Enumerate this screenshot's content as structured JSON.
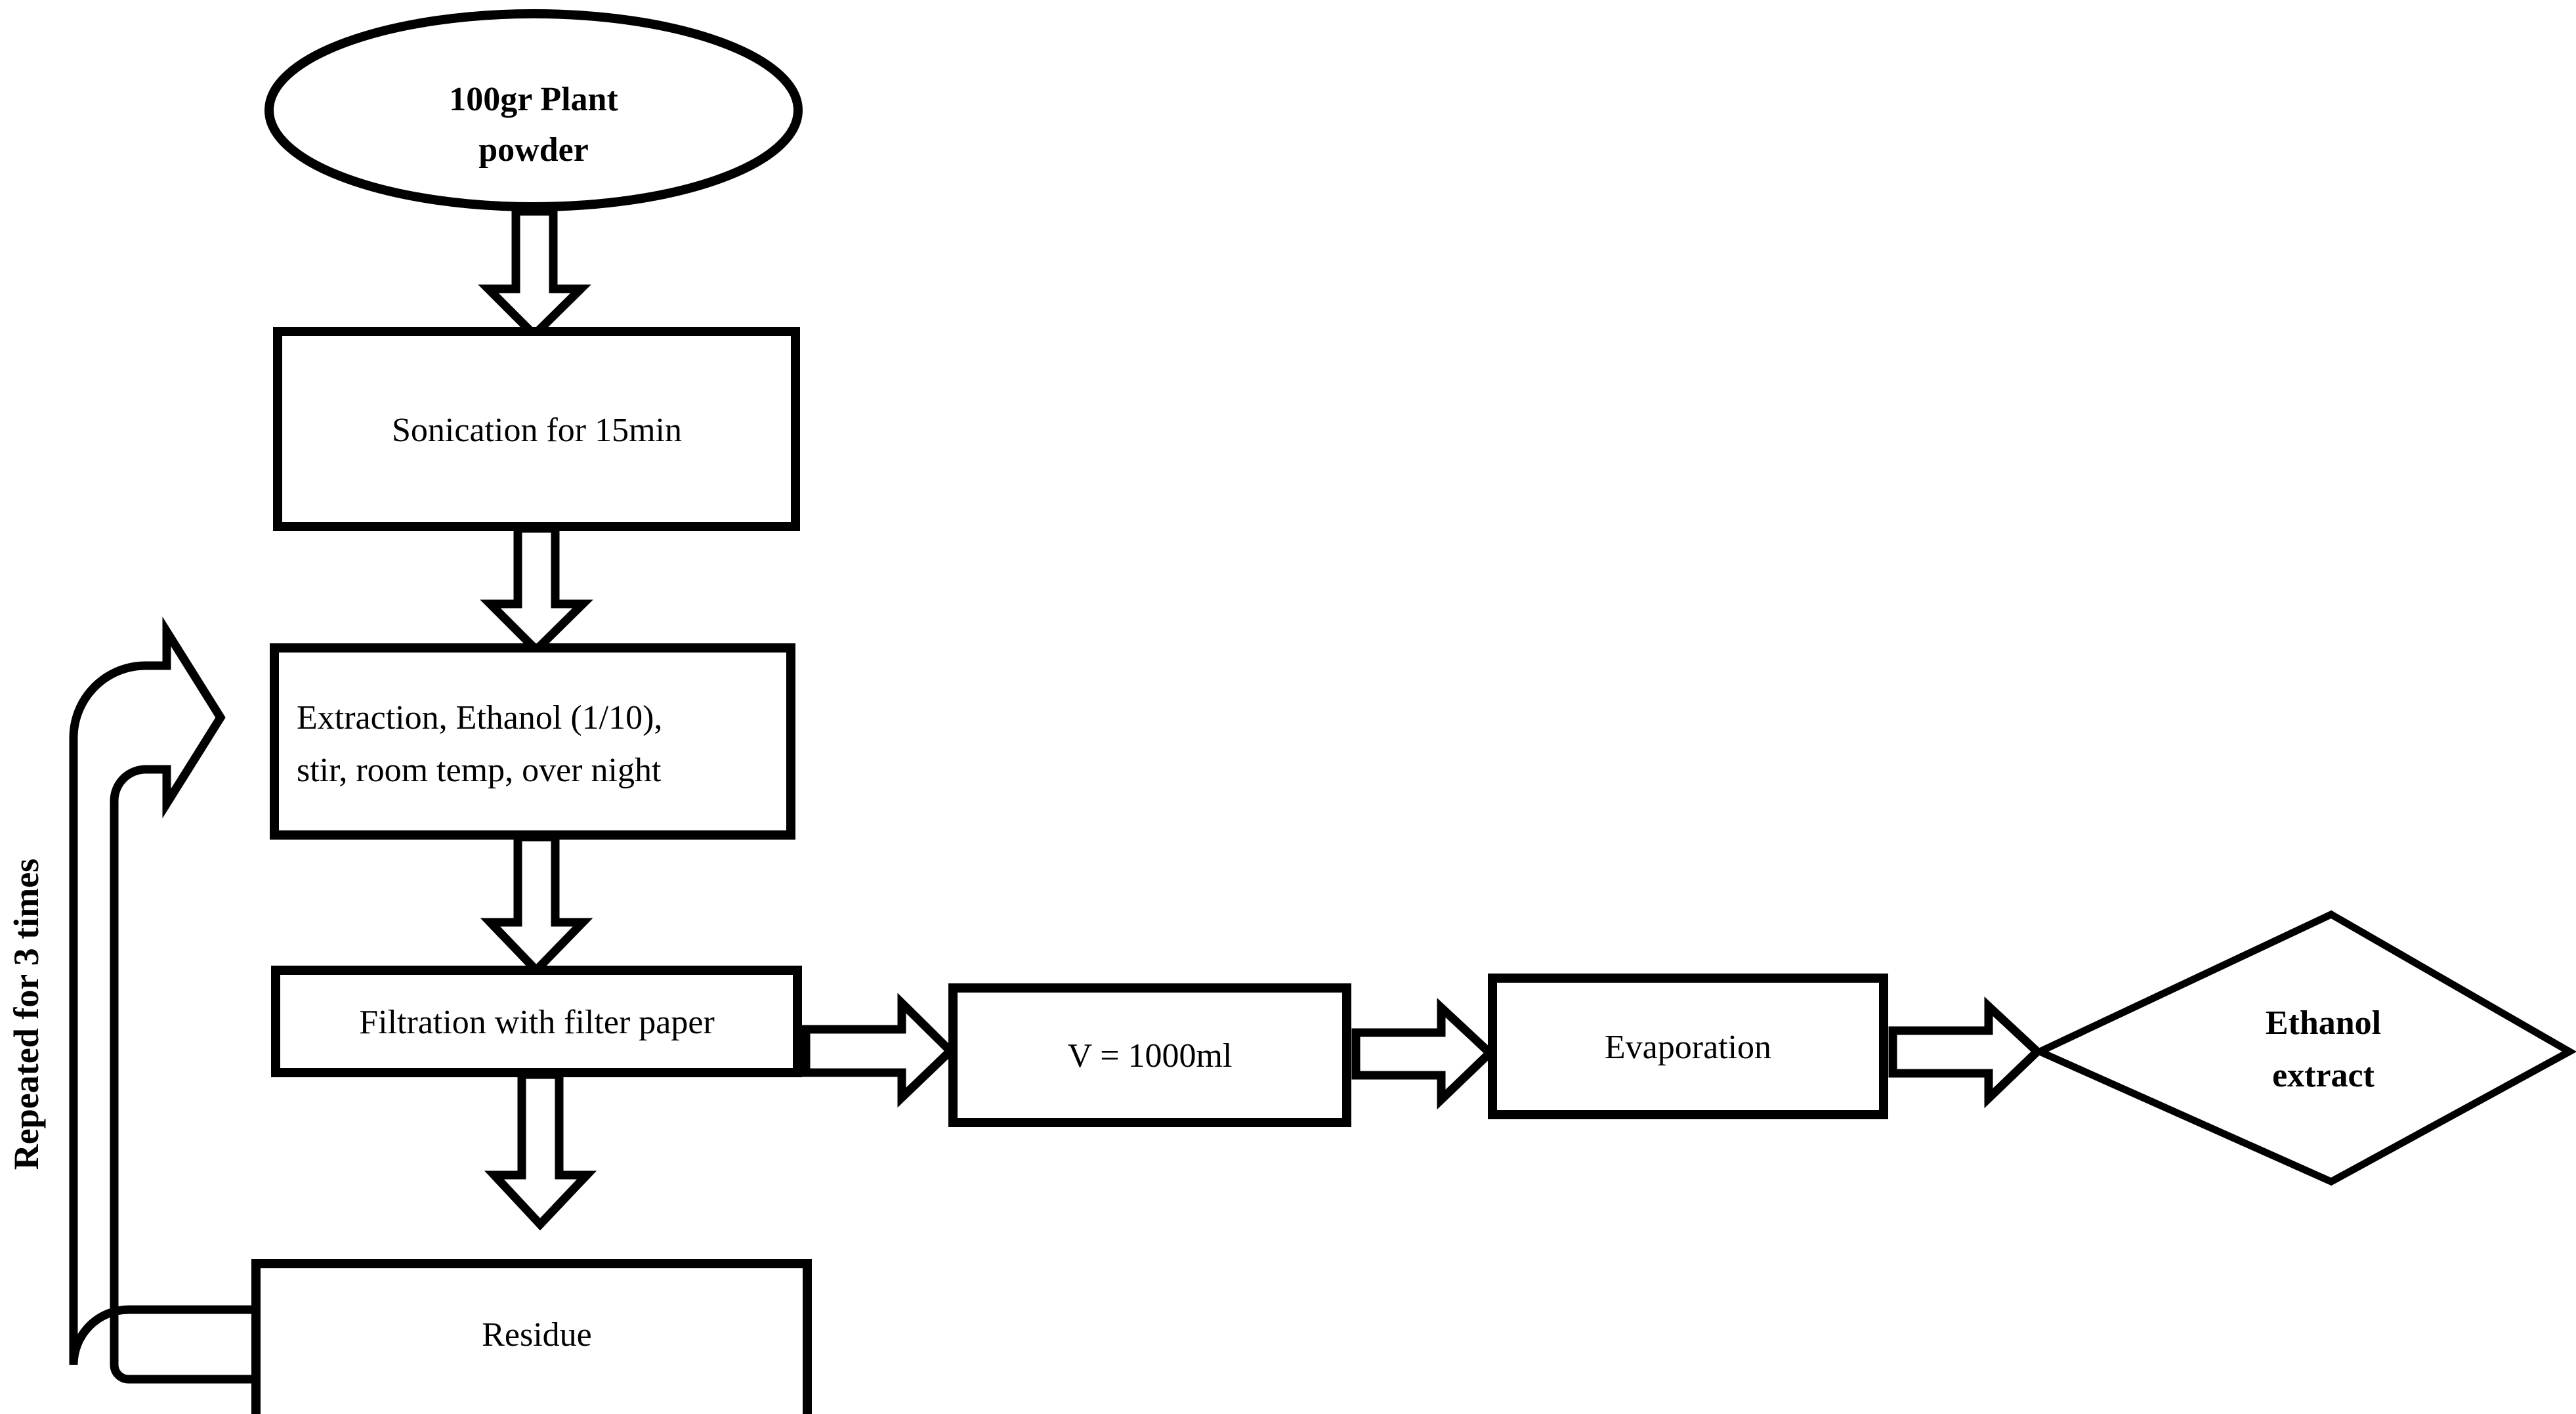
{
  "diagram": {
    "title": "Plant ethanol extraction flowchart",
    "background_color": "#ffffff",
    "stroke_color": "#000000",
    "fill_color": "#ffffff"
  },
  "nodes": {
    "start": {
      "shape": "ellipse",
      "label_line1": "100gr Plant",
      "label_line2": "powder",
      "bold": true
    },
    "sonication": {
      "shape": "rectangle",
      "label": "Sonication for 15min",
      "bold": false
    },
    "extraction": {
      "shape": "rectangle",
      "label_line1": "Extraction, Ethanol (1/10),",
      "label_line2": "stir, room temp, over night",
      "bold": false
    },
    "filtration": {
      "shape": "rectangle",
      "label": "Filtration with filter paper",
      "bold": false
    },
    "residue": {
      "shape": "rectangle",
      "label": "Residue",
      "bold": false
    },
    "volume": {
      "shape": "rectangle",
      "label": "V = 1000ml",
      "bold": false
    },
    "evaporation": {
      "shape": "rectangle",
      "label": "Evaporation",
      "bold": false
    },
    "product": {
      "shape": "diamond",
      "label_line1": "Ethanol",
      "label_line2": "extract",
      "bold": true
    }
  },
  "connectors": {
    "start_to_sonication": {
      "icon": "block-arrow-down",
      "direction": "down"
    },
    "sonication_to_extraction": {
      "icon": "block-arrow-down",
      "direction": "down"
    },
    "extraction_to_filtration": {
      "icon": "block-arrow-down",
      "direction": "down"
    },
    "filtration_to_residue": {
      "icon": "block-arrow-down",
      "direction": "down"
    },
    "filtration_to_volume": {
      "icon": "block-arrow-right",
      "direction": "right"
    },
    "volume_to_evaporation": {
      "icon": "block-arrow-right",
      "direction": "right"
    },
    "evaporation_to_product": {
      "icon": "block-arrow-right",
      "direction": "right"
    },
    "residue_to_extraction": {
      "icon": "block-arrow-loop",
      "direction": "loop-left-up-right",
      "caption": "Repeated for 3 times"
    }
  }
}
